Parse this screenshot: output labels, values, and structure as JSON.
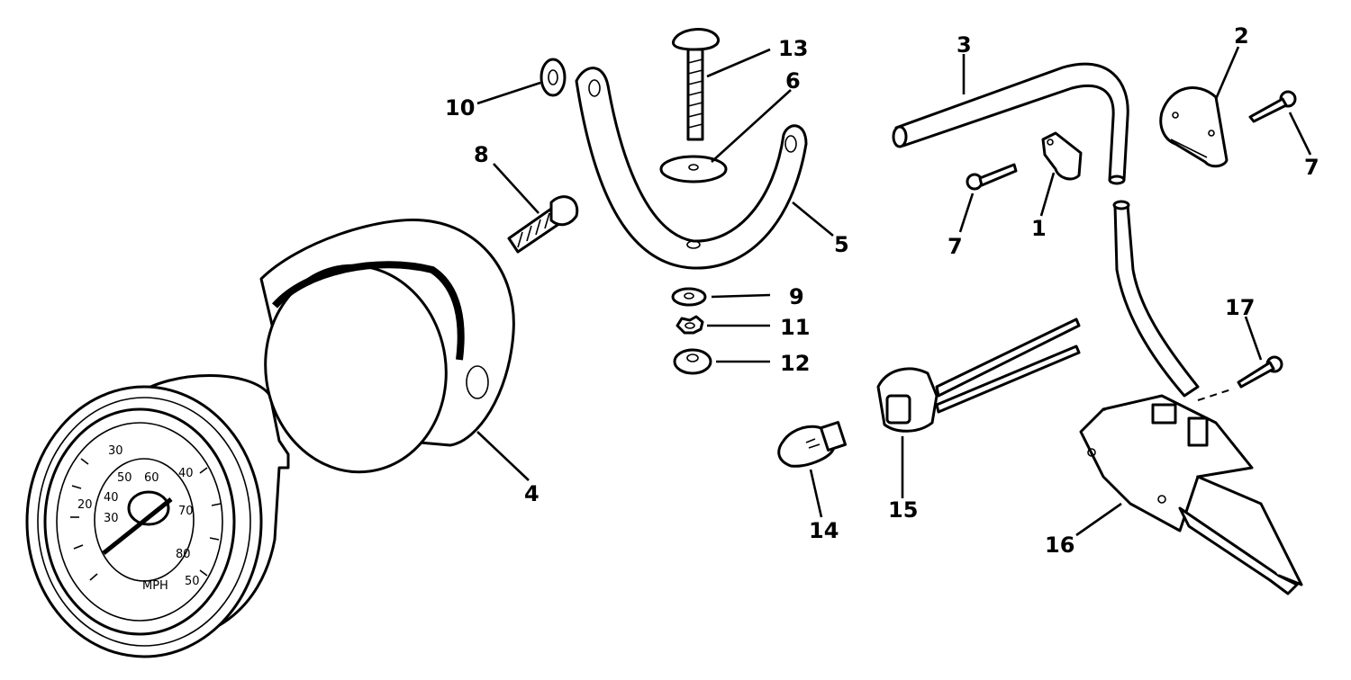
{
  "callouts": {
    "c1": "1",
    "c2": "2",
    "c3": "3",
    "c4": "4",
    "c5": "5",
    "c6": "6",
    "c7a": "7",
    "c7b": "7",
    "c8": "8",
    "c9": "9",
    "c10": "10",
    "c11": "11",
    "c12": "12",
    "c13": "13",
    "c14": "14",
    "c15": "15",
    "c16": "16",
    "c17": "17"
  },
  "dial": {
    "outer": [
      "30",
      "40",
      "50",
      "20"
    ],
    "inner": [
      "50",
      "60",
      "40",
      "30",
      "70",
      "80"
    ],
    "units": "MPH"
  },
  "colors": {
    "ink": "#000000",
    "paper": "#ffffff"
  }
}
